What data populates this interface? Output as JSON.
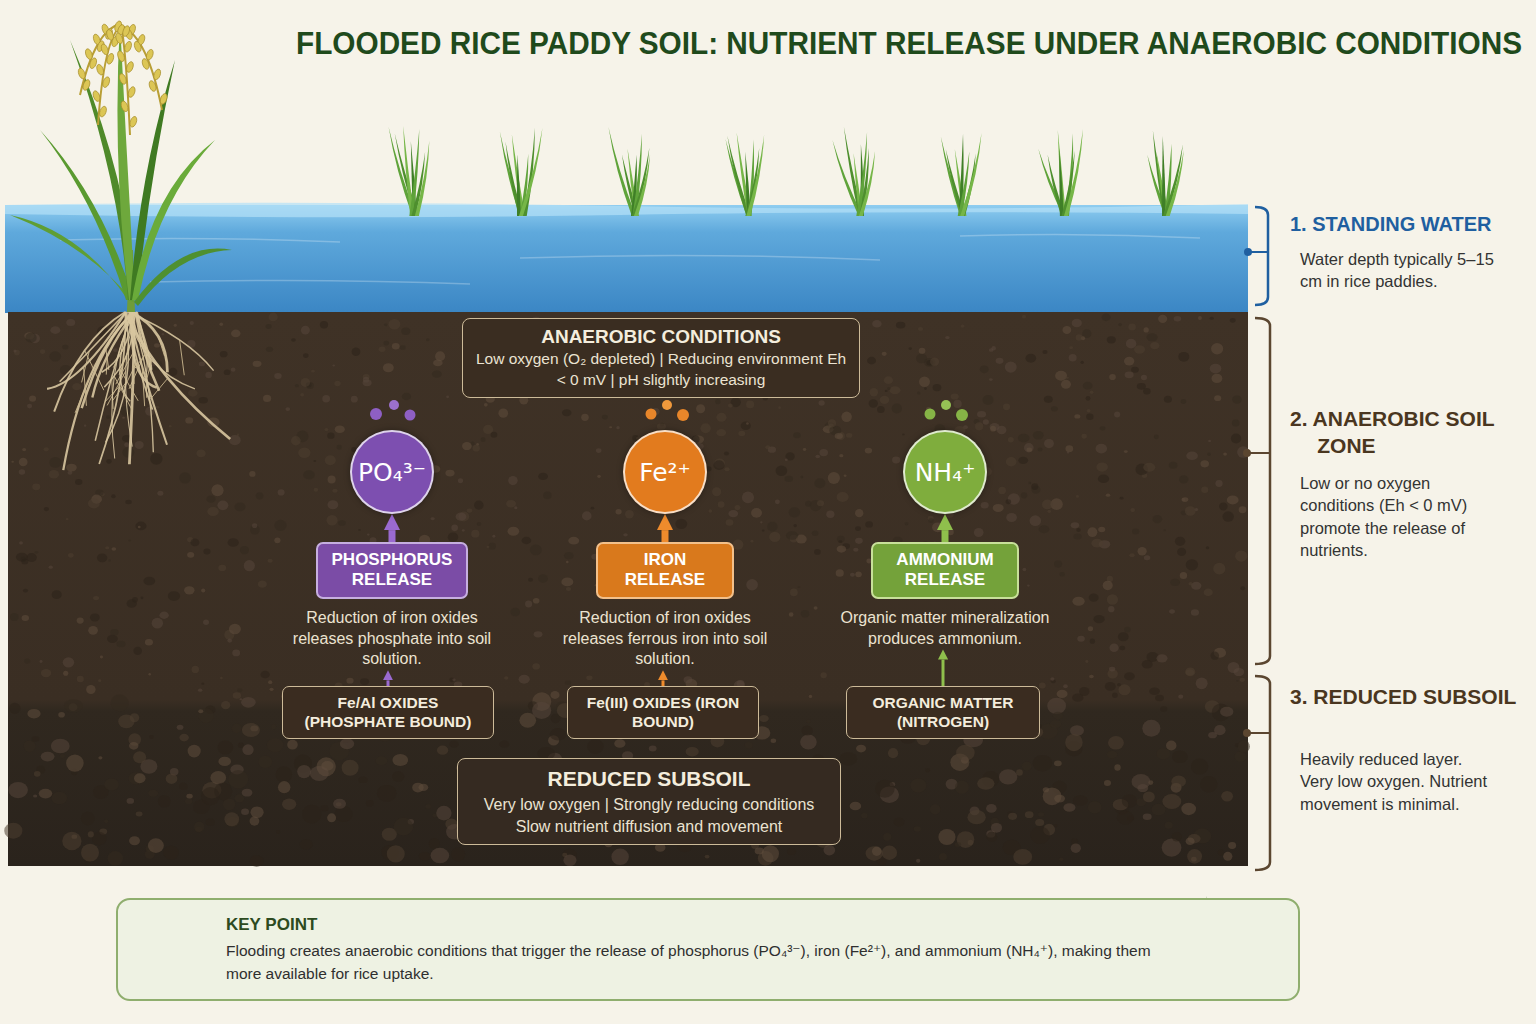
{
  "diagram": {
    "title": "FLOODED RICE PADDY SOIL: NUTRIENT RELEASE UNDER ANAEROBIC CONDITIONS",
    "nodes": [
      {
        "text": [
          "ANAEROBIC CONDITIONS",
          "Low oxygen (O₂ depleted) | Reducing environment Eh < 0 mV | pH slightly increasing"
        ]
      },
      {
        "text": [
          "PO₄³⁻"
        ]
      },
      {
        "text": [
          "PHOSPHORUS RELEASE",
          "Reduction of iron oxides releases phosphate into soil solution."
        ]
      },
      {
        "text": [
          "Fe/Al OXIDES (PHOSPHATE BOUND)"
        ]
      },
      {
        "text": [
          "Fe²⁺"
        ]
      },
      {
        "text": [
          "IRON RELEASE",
          "Reduction of iron oxides releases ferrous iron into soil solution."
        ]
      },
      {
        "text": [
          "Fe(III) OXIDES (IRON BOUND)"
        ]
      },
      {
        "text": [
          "NH₄⁺"
        ]
      },
      {
        "text": [
          "AMMONIUM RELEASE",
          "Organic matter mineralization produces ammonium."
        ]
      },
      {
        "text": [
          "ORGANIC MATTER (NITROGEN)"
        ]
      },
      {
        "text": [
          "REDUCED SUBSOIL",
          "Very low oxygen | Strongly reducing conditions Slow nutrient diffusion and movement"
        ]
      },
      {
        "text": [
          "KEY POINT",
          "Flooding creates anaerobic conditions that trigger the release of phosphorus (PO₄³⁻), iron (Fe²⁺), and ammonium (NH₄⁺), making them more available for rice uptake."
        ]
      }
    ],
    "edges": [
      {
        "from": 3,
        "to": 2,
        "arrow": "to"
      },
      {
        "from": 2,
        "to": 1,
        "arrow": "to"
      },
      {
        "from": 6,
        "to": 5,
        "arrow": "to"
      },
      {
        "from": 5,
        "to": 4,
        "arrow": "to"
      },
      {
        "from": 9,
        "to": 8,
        "arrow": "to"
      },
      {
        "from": 8,
        "to": 7,
        "arrow": "to"
      }
    ],
    "labels": [
      "1. STANDING WATER",
      "Water depth typically 5–15 cm in rice paddies.",
      "2. ANAEROBIC SOIL ZONE",
      "Low or no oxygen conditions (Eh < 0 mV) promote the release of nutrients.",
      "3. REDUCED SUBSOIL",
      "Heavily reduced layer. Very low oxygen. Nutrient movement is minimal."
    ]
  }
}
